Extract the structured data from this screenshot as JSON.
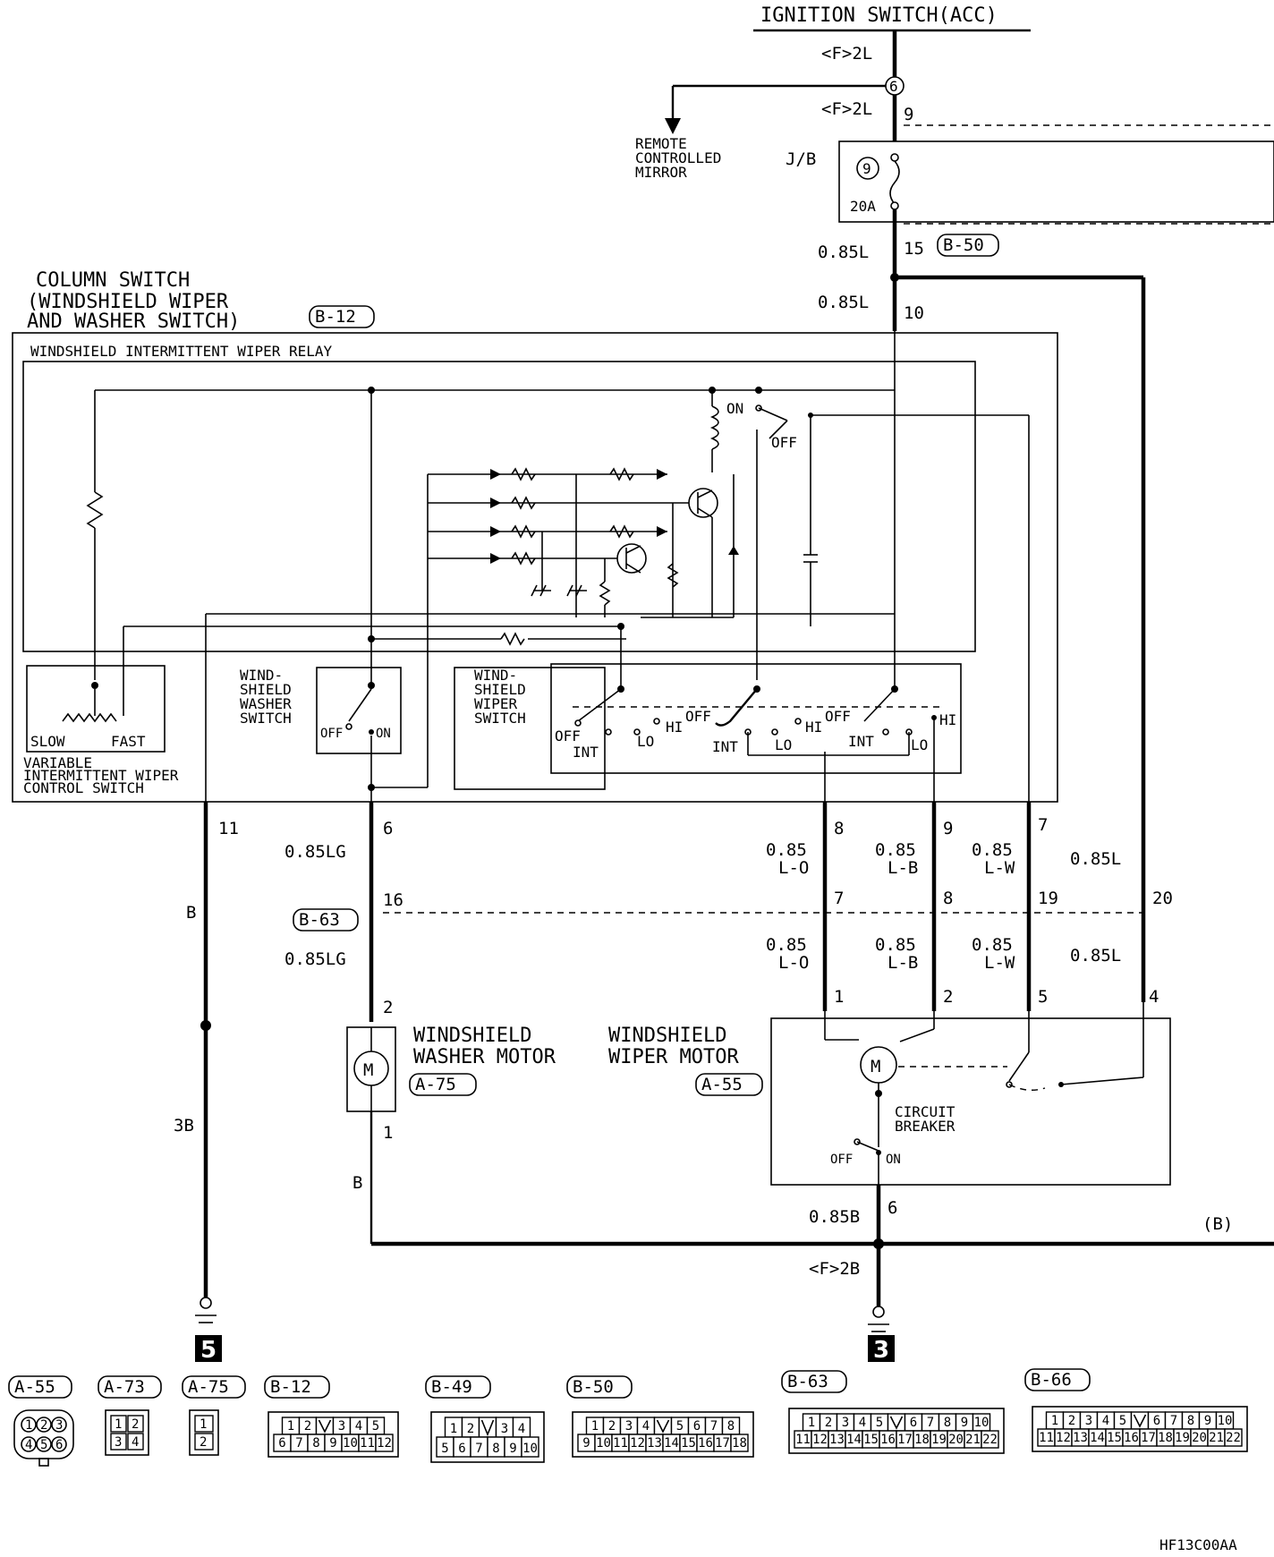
{
  "title": "IGNITION SWITCH(ACC)",
  "footer_code": "HF13C00AA",
  "top": {
    "wire_f2l_upper": "<F>2L",
    "wire_f2l_lower": "<F>2L",
    "junction_pin": "6",
    "pin_9": "9",
    "remote_mirror": [
      "REMOTE",
      "CONTROLLED",
      "MIRROR"
    ],
    "jb_label": "J/B",
    "fuse_number": "9",
    "fuse_rating": "20A",
    "wire_085l_a": "0.85L",
    "pin_15": "15",
    "conn_b50": "B-50",
    "wire_085l_b": "0.85L",
    "pin_10": "10"
  },
  "column_switch": {
    "title_lines": [
      "COLUMN SWITCH",
      "(WINDSHIELD WIPER",
      "AND WASHER SWITCH)"
    ],
    "connector": "B-12",
    "relay_label": "WINDSHIELD INTERMITTENT WIPER RELAY",
    "relay_on": "ON",
    "relay_off": "OFF",
    "variable_label": [
      "VARIABLE",
      "INTERMITTENT WIPER",
      "CONTROL SWITCH"
    ],
    "slow": "SLOW",
    "fast": "FAST",
    "washer_switch": [
      "WIND-",
      "SHIELD",
      "WASHER",
      "SWITCH"
    ],
    "washer_off": "OFF",
    "washer_on": "ON",
    "wiper_switch": [
      "WIND-",
      "SHIELD",
      "WIPER",
      "SWITCH"
    ],
    "positions": [
      "OFF",
      "INT",
      "LO",
      "HI"
    ]
  },
  "outputs": {
    "pin_11": "11",
    "wire_b": "B",
    "wire_3b": "3B",
    "pin_6": "6",
    "wire_085lg_a": "0.85LG",
    "conn_b63": "B-63",
    "pin_16": "16",
    "wire_085lg_b": "0.85LG",
    "pin_8": "8",
    "pin_9b": "9",
    "pin_7": "7",
    "wire_lo_num": "0.85",
    "wire_lo_col": "L-O",
    "wire_lb_num": "0.85",
    "wire_lb_col": "L-B",
    "wire_lw_num": "0.85",
    "wire_lw_col": "L-W",
    "wire_085l_c": "0.85L",
    "pin_7b": "7",
    "pin_8b": "8",
    "pin_19": "19",
    "pin_20": "20",
    "wire_lo_num2": "0.85",
    "wire_lo_col2": "L-O",
    "wire_lb_num2": "0.85",
    "wire_lb_col2": "L-B",
    "wire_lw_num2": "0.85",
    "wire_lw_col2": "L-W",
    "wire_085l_d": "0.85L"
  },
  "motors": {
    "washer_label": [
      "WINDSHIELD",
      "WASHER MOTOR"
    ],
    "washer_conn": "A-75",
    "washer_pin_top": "2",
    "washer_pin_bot": "1",
    "motor_symbol": "M",
    "wiper_label": [
      "WINDSHIELD",
      "WIPER MOTOR"
    ],
    "wiper_conn": "A-55",
    "wiper_pins": [
      "1",
      "2",
      "5",
      "4"
    ],
    "circuit_breaker": [
      "CIRCUIT",
      "BREAKER"
    ],
    "cb_off": "OFF",
    "cb_on": "ON",
    "wire_b2": "B",
    "wire_085b": "0.85B",
    "pin_6b": "6",
    "wire_f2b": "<F>2B",
    "b_ref": "(B)"
  },
  "grounds": {
    "ground_left": "5",
    "ground_right": "3"
  },
  "connectors": {
    "a55": {
      "label": "A-55",
      "pins": [
        "1",
        "2",
        "3",
        "4",
        "5",
        "6"
      ]
    },
    "a73": {
      "label": "A-73",
      "pins": [
        "1",
        "2",
        "3",
        "4"
      ]
    },
    "a75": {
      "label": "A-75",
      "pins": [
        "1",
        "2"
      ]
    },
    "b12": {
      "label": "B-12",
      "row1": [
        "1",
        "2",
        "",
        "3",
        "4",
        "5"
      ],
      "row2": [
        "6",
        "7",
        "8",
        "9",
        "10",
        "11",
        "12"
      ]
    },
    "b49": {
      "label": "B-49",
      "row1": [
        "1",
        "2",
        "",
        "3",
        "4"
      ],
      "row2": [
        "5",
        "6",
        "7",
        "8",
        "9",
        "10"
      ]
    },
    "b50": {
      "label": "B-50",
      "row1": [
        "1",
        "2",
        "3",
        "4",
        "",
        "5",
        "6",
        "7",
        "8"
      ],
      "row2": [
        "9",
        "10",
        "11",
        "12",
        "13",
        "14",
        "15",
        "16",
        "17",
        "18"
      ]
    },
    "b63": {
      "label": "B-63",
      "row1": [
        "1",
        "2",
        "3",
        "4",
        "5",
        "",
        "6",
        "7",
        "8",
        "9",
        "10"
      ],
      "row2": [
        "11",
        "12",
        "13",
        "14",
        "15",
        "16",
        "17",
        "18",
        "19",
        "20",
        "21",
        "22"
      ]
    },
    "b66": {
      "label": "B-66",
      "row1": [
        "1",
        "2",
        "3",
        "4",
        "5",
        "",
        "6",
        "7",
        "8",
        "9",
        "10"
      ],
      "row2": [
        "11",
        "12",
        "13",
        "14",
        "15",
        "16",
        "17",
        "18",
        "19",
        "20",
        "21",
        "22"
      ]
    }
  }
}
